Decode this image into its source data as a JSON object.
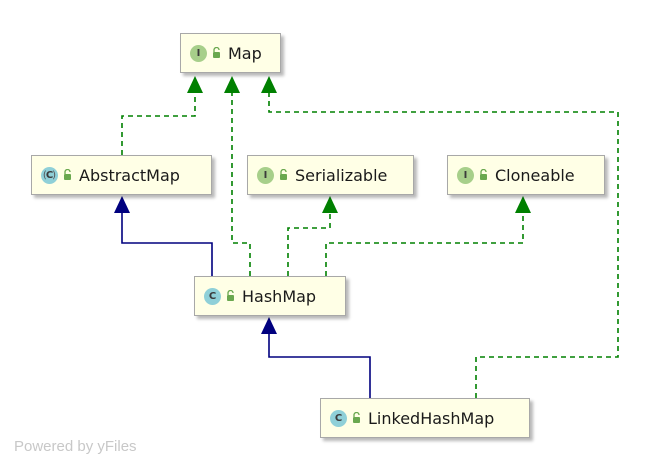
{
  "nodes": {
    "map": {
      "name": "Map",
      "kind": "interface",
      "badge": "I"
    },
    "abstract_map": {
      "name": "AbstractMap",
      "kind": "abstract",
      "badge": "C"
    },
    "serializable": {
      "name": "Serializable",
      "kind": "interface",
      "badge": "I"
    },
    "cloneable": {
      "name": "Cloneable",
      "kind": "interface",
      "badge": "I"
    },
    "hash_map": {
      "name": "HashMap",
      "kind": "class",
      "badge": "C"
    },
    "linked_hash_map": {
      "name": "LinkedHashMap",
      "kind": "class",
      "badge": "C"
    }
  },
  "edges": [
    {
      "from": "AbstractMap",
      "to": "Map",
      "type": "implements"
    },
    {
      "from": "HashMap",
      "to": "Map",
      "type": "implements"
    },
    {
      "from": "LinkedHashMap",
      "to": "Map",
      "type": "implements"
    },
    {
      "from": "HashMap",
      "to": "Serializable",
      "type": "implements"
    },
    {
      "from": "HashMap",
      "to": "Cloneable",
      "type": "implements"
    },
    {
      "from": "HashMap",
      "to": "AbstractMap",
      "type": "extends"
    },
    {
      "from": "LinkedHashMap",
      "to": "HashMap",
      "type": "extends"
    }
  ],
  "colors": {
    "implements": "#008000",
    "extends": "#00007f",
    "node_fill": "#ffffe6",
    "interface_badge": "#a7cf8a",
    "class_badge": "#8fd0d8"
  },
  "footer": "Powered by yFiles"
}
